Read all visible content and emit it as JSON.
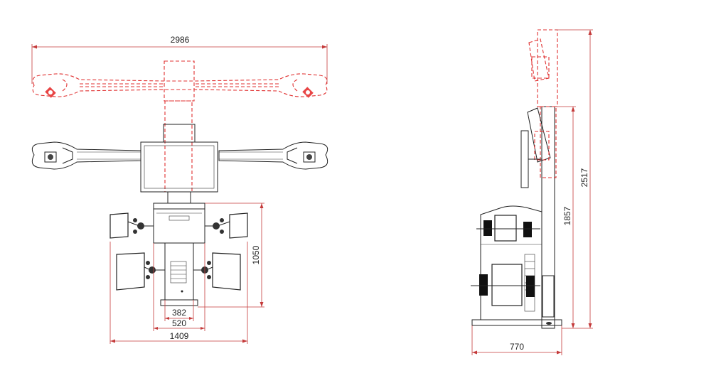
{
  "front_view": {
    "dims": {
      "beam_width": "2986",
      "column_height": "1050",
      "base_inner": "382",
      "base_width": "520",
      "overall_width": "1409"
    }
  },
  "side_view": {
    "dims": {
      "total_height": "2517",
      "column_height": "1857",
      "depth": "770"
    }
  },
  "colors": {
    "dimension_line": "#c43a3a",
    "ghost_position": "#e03030",
    "drawing_ink": "#222222"
  }
}
